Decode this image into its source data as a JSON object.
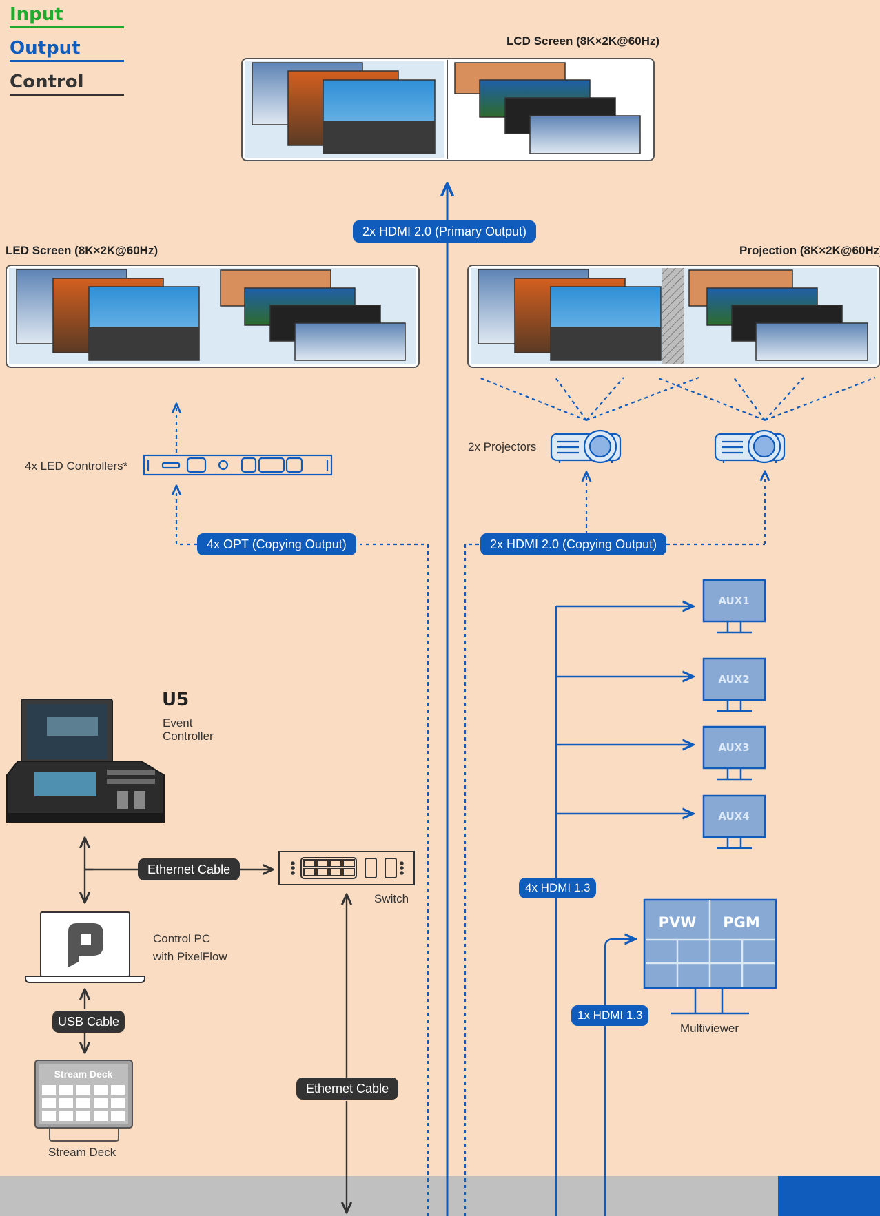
{
  "legend": {
    "input": "Input",
    "output": "Output",
    "control": "Control"
  },
  "colors": {
    "input": "#1faa2e",
    "output": "#0f5cbd",
    "control": "#333333",
    "background": "#f9dcc2",
    "footer": "#c0c0c0"
  },
  "screens": {
    "lcd": "LCD Screen (8K×2K@60Hz)",
    "led": "LED Screen (8K×2K@60Hz)",
    "projection": "Projection (8K×2K@60Hz)"
  },
  "connections": {
    "primary_output": "2x HDMI 2.0 (Primary Output)",
    "opt_copy": "4x OPT (Copying Output)",
    "hdmi_copy": "2x HDMI 2.0 (Copying Output)",
    "hdmi_aux": "4x HDMI 1.3",
    "hdmi_mv": "1x HDMI 1.3",
    "ethernet_1": "Ethernet Cable",
    "ethernet_2": "Ethernet Cable",
    "usb": "USB Cable"
  },
  "devices": {
    "led_controllers": "4x LED Controllers*",
    "projectors": "2x Projectors",
    "controller_model": "U5",
    "controller_desc_1": "Event",
    "controller_desc_2": "Controller",
    "switch": "Switch",
    "control_pc_1": "Control PC",
    "control_pc_2": "with PixelFlow",
    "stream_deck": "Stream Deck",
    "stream_deck_top": "Stream Deck",
    "multiviewer": "Multiviewer",
    "multiviewer_pvw": "PVW",
    "multiviewer_pgm": "PGM"
  },
  "aux_monitors": [
    "AUX1",
    "AUX2",
    "AUX3",
    "AUX4"
  ]
}
